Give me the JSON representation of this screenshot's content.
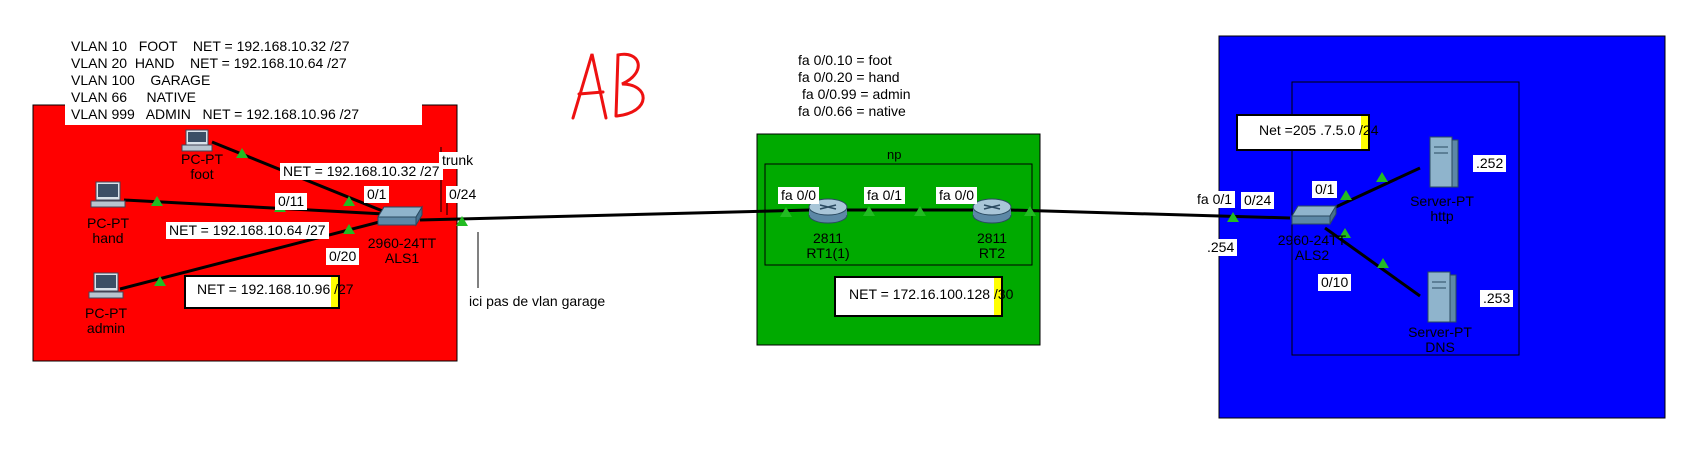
{
  "handwritten_mark": "AB",
  "vlan_table": [
    "VLAN 10   FOOT    NET = 192.168.10.32 /27",
    "VLAN 20  HAND    NET = 192.168.10.64 /27",
    "VLAN 100    GARAGE",
    "VLAN 66     NATIVE",
    "VLAN 999   ADMIN   NET = 192.168.10.96 /27"
  ],
  "subinterfaces": [
    "fa 0/0.10 = foot",
    "fa 0/0.20 = hand",
    "fa 0/0.99 = admin",
    "fa 0/0.66 = native"
  ],
  "subinterface_partial": "np",
  "devices": {
    "pc_foot": {
      "type": "PC-PT",
      "name": "foot"
    },
    "pc_hand": {
      "type": "PC-PT",
      "name": "hand"
    },
    "pc_admin": {
      "type": "PC-PT",
      "name": "admin"
    },
    "switch_als1": {
      "type": "2960-24TT",
      "name": "ALS1"
    },
    "router_rt1": {
      "type": "2811",
      "name": "RT1(1)"
    },
    "router_rt2": {
      "type": "2811",
      "name": "RT2"
    },
    "switch_als2": {
      "type": "2960-24TT",
      "name": "ALS2"
    },
    "server_http": {
      "type": "Server-PT",
      "name": "http"
    },
    "server_dns": {
      "type": "Server-PT",
      "name": "DNS"
    }
  },
  "labels": {
    "net_foot": "NET = 192.168.10.32 /27",
    "net_hand": "NET = 192.168.10.64 /27",
    "net_admin": "NET = 192.168.10.96 /27",
    "net_wan": "NET = 172.16.100.128 /30",
    "net_server": "Net =205 .7.5.0 /24",
    "port_0_11": "0/11",
    "port_0_1_als1": "0/1",
    "port_0_20": "0/20",
    "port_0_24_als1": "0/24",
    "trunk": "trunk",
    "note_garage": "ici pas de vlan garage",
    "rt1_fa00": "fa 0/0",
    "rt1_fa01": "fa 0/1",
    "rt2_fa00": "fa 0/0",
    "rt2_fa01": "fa 0/1",
    "port_0_24_als2": "0/24",
    "port_0_1_als2": "0/1",
    "port_0_10": "0/10",
    "ip_254": ".254",
    "ip_252": ".252",
    "ip_253": ".253"
  },
  "colors": {
    "zone_left": "#ff0000",
    "zone_middle": "#00aa00",
    "zone_right": "#0000ff",
    "link": "#000000",
    "link_end": "#22bb22",
    "highlight": "#ffff00",
    "handwriting": "#ee1111"
  }
}
